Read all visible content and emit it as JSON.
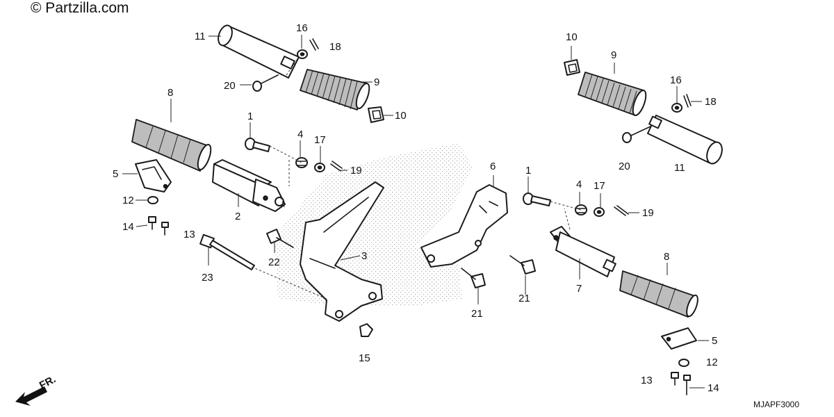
{
  "watermark": "© Partzilla.com",
  "diagram_code": "MJAPF3000",
  "direction_label": "FR.",
  "labels": {
    "l11a": "11",
    "l16a": "16",
    "l18a": "18",
    "l20a": "20",
    "l9a": "9",
    "l10a": "10",
    "l8a": "8",
    "l1a": "1",
    "l4a": "4",
    "l17a": "17",
    "l19a": "19",
    "l5a": "5",
    "l2": "2",
    "l12a": "12",
    "l14a": "14",
    "l13a": "13",
    "l23": "23",
    "l22": "22",
    "l3": "3",
    "l15": "15",
    "l6": "6",
    "l21a": "21",
    "l21b": "21",
    "l10b": "10",
    "l9b": "9",
    "l16b": "16",
    "l18b": "18",
    "l20b": "20",
    "l11b": "11",
    "l1b": "1",
    "l4b": "4",
    "l17b": "17",
    "l19b": "19",
    "l7": "7",
    "l8b": "8",
    "l5b": "5",
    "l12b": "12",
    "l13b": "13",
    "l14b": "14"
  }
}
